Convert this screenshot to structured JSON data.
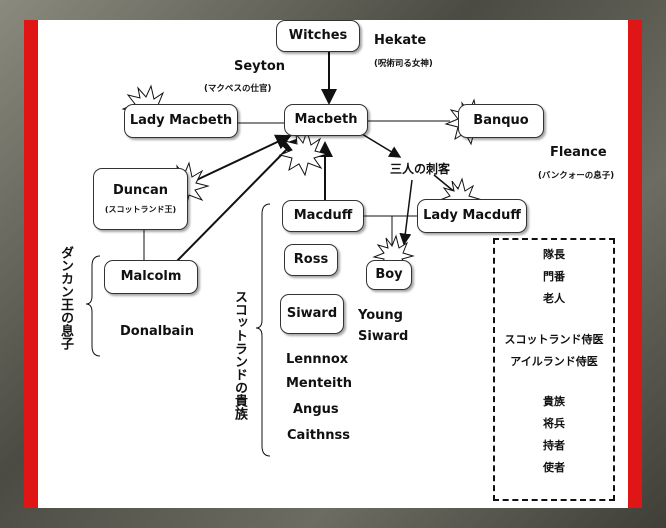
{
  "nodes": {
    "witches": "Witches",
    "macbeth": "Macbeth",
    "lady_macbeth": "Lady Macbeth",
    "banquo": "Banquo",
    "duncan": "Duncan",
    "duncan_sub": "(スコットランド王)",
    "macduff": "Macduff",
    "lady_macduff": "Lady Macduff",
    "malcolm": "Malcolm",
    "ross": "Ross",
    "siward": "Siward",
    "boy": "Boy"
  },
  "labels": {
    "hekate": "Hekate",
    "hekate_sub": "(呪術司る女神)",
    "seyton": "Seyton",
    "seyton_sub": "(マクベスの仕官)",
    "fleance": "Fleance",
    "fleance_sub": "(バンクォーの息子)",
    "murderers": "三人の刺客",
    "donalbain": "Donalbain",
    "young_siward_1": "Young",
    "young_siward_2": "Siward",
    "lennox": "Lennnox",
    "menteith": "Menteith",
    "angus": "Angus",
    "caithness": "Caithnss"
  },
  "groups": {
    "duncan_sons": "ダンカン王の息子",
    "scottish_nobles": "スコットランドの貴族"
  },
  "minor_roles": [
    "隊長",
    "門番",
    "老人",
    "",
    "スコットランド侍医",
    "アイルランド侍医",
    "",
    "貴族",
    "将兵",
    "持者",
    "使者"
  ],
  "colors": {
    "frame": "#5f5f55",
    "accent": "#e01515",
    "canvas": "#ffffff",
    "line": "#111111"
  },
  "icons": [
    "death-burst-icon"
  ]
}
